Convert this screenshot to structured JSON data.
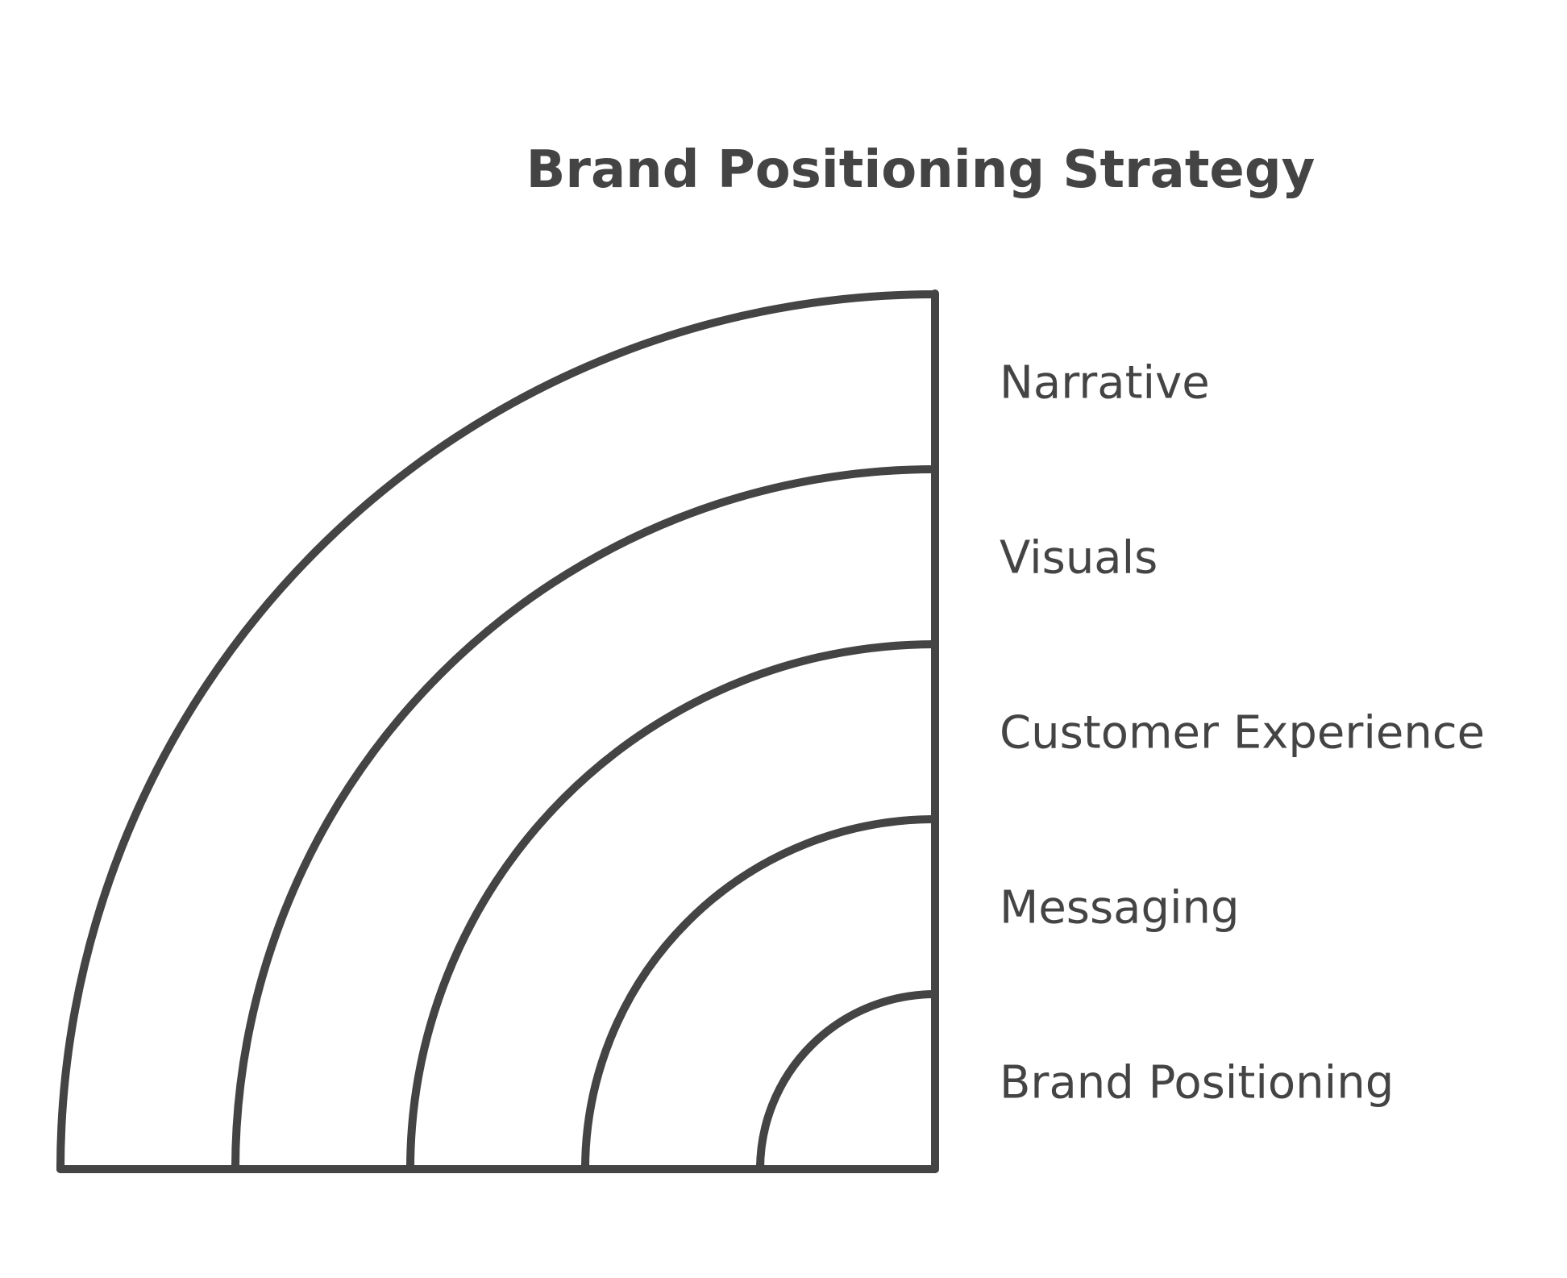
{
  "diagram": {
    "title": "Brand Positioning Strategy",
    "stroke_color": "#444444",
    "text_color": "#444444",
    "background_color": "#ffffff",
    "layers": [
      {
        "id": "narrative",
        "label": "Narrative"
      },
      {
        "id": "visuals",
        "label": "Visuals"
      },
      {
        "id": "customer-experience",
        "label": "Customer Experience"
      },
      {
        "id": "messaging",
        "label": "Messaging"
      },
      {
        "id": "brand-positioning",
        "label": "Brand Positioning"
      }
    ]
  }
}
